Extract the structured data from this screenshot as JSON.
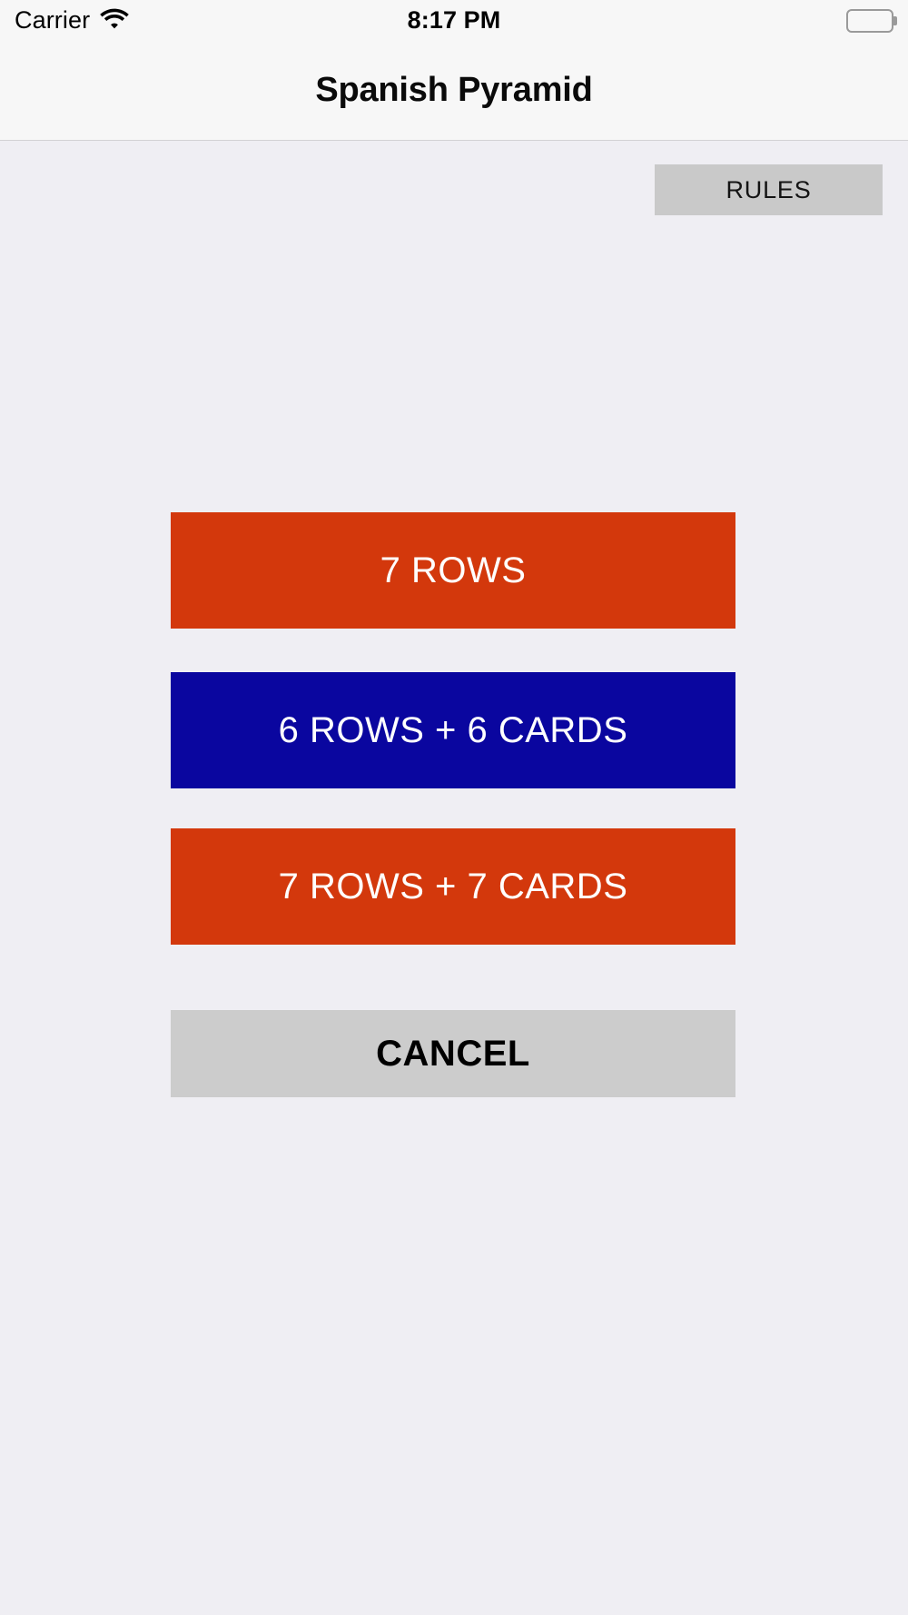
{
  "status_bar": {
    "carrier": "Carrier",
    "wifi_icon": "wifi-icon",
    "time": "8:17 PM",
    "battery_icon": "battery-full-icon"
  },
  "nav_bar": {
    "title": "Spanish Pyramid"
  },
  "content": {
    "rules_button": {
      "label": "RULES",
      "background": "#C9C9C9",
      "text_color": "#141414"
    },
    "options": [
      {
        "id": "rows7",
        "label": "7 ROWS",
        "background": "#D3380C",
        "text_color": "#FFFFFF"
      },
      {
        "id": "rows6cards6",
        "label": "6 ROWS + 6 CARDS",
        "background": "#0A069F",
        "text_color": "#FFFFFF"
      },
      {
        "id": "rows7cards7",
        "label": "7 ROWS + 7 CARDS",
        "background": "#D3380C",
        "text_color": "#FFFFFF"
      }
    ],
    "cancel_button": {
      "label": "CANCEL",
      "background": "#CCCCCC",
      "text_color": "#000000"
    }
  },
  "theme": {
    "page_background": "#EFEEF3",
    "bar_background": "#F7F7F7",
    "accent_orange": "#D3380C",
    "accent_blue": "#0A069F",
    "neutral_gray": "#C9C9C9"
  }
}
